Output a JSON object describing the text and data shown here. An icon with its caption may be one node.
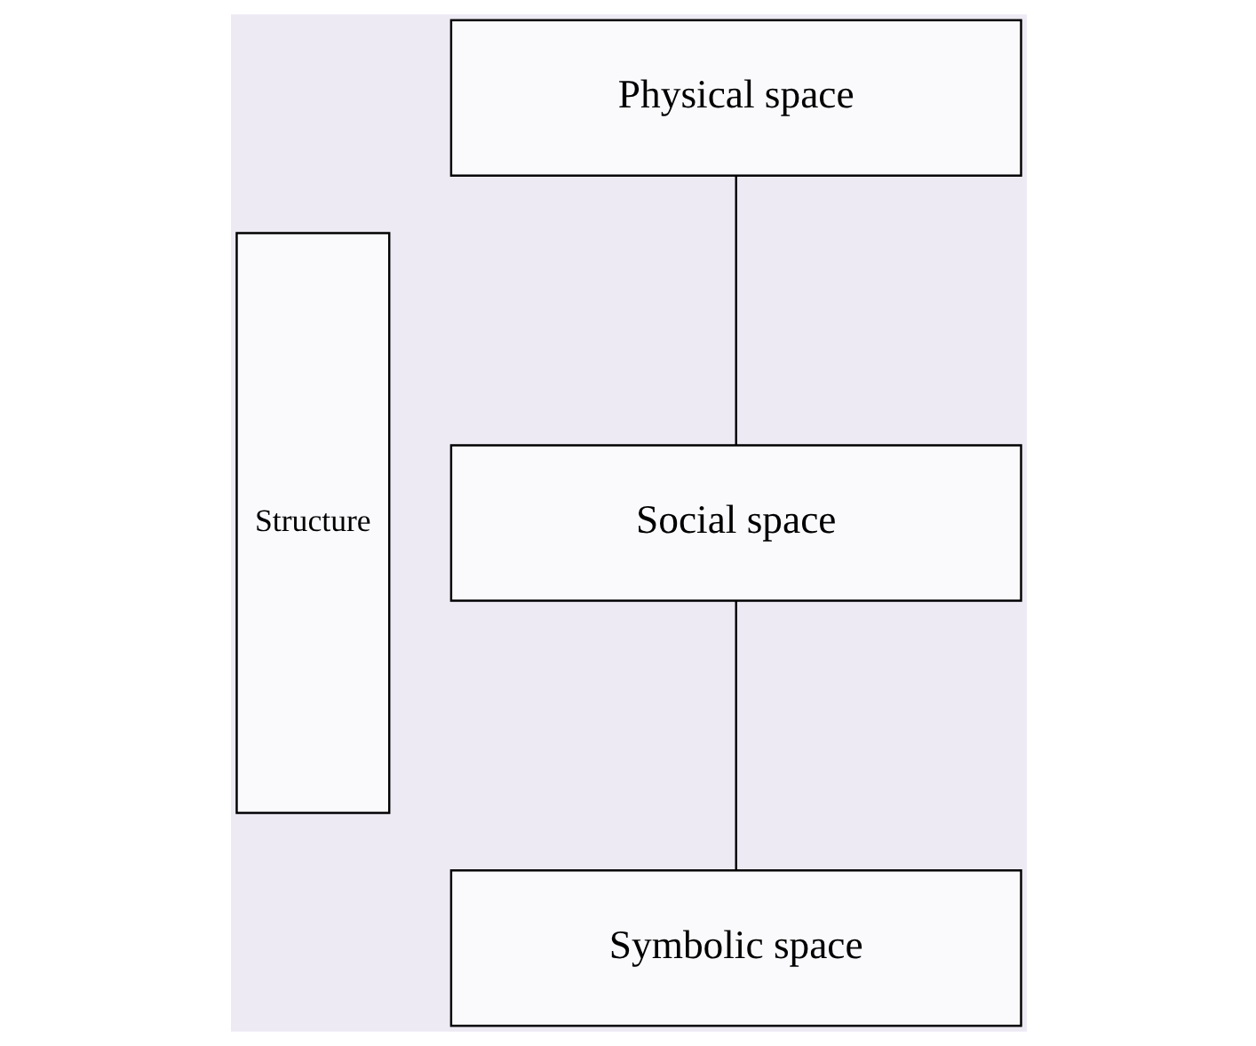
{
  "diagram": {
    "nodes": [
      {
        "text": [
          "Structure"
        ]
      },
      {
        "text": [
          "Physical space"
        ]
      },
      {
        "text": [
          "Social space"
        ]
      },
      {
        "text": [
          "Symbolic space"
        ]
      }
    ],
    "edges": [
      {
        "from": 1,
        "to": 2,
        "arrow": "none"
      },
      {
        "from": 2,
        "to": 3,
        "arrow": "none"
      }
    ]
  }
}
